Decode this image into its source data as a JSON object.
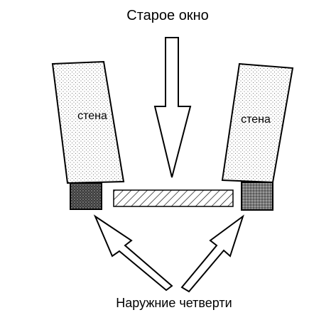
{
  "diagram": {
    "title": "Старое окно",
    "left_wall_label": "стена",
    "right_wall_label": "стена",
    "bottom_label": "Наружние четверти",
    "colors": {
      "stroke": "#000000",
      "wall_fill": "#ffffff",
      "wall_dots": "#555555",
      "quarter_fill": "#777777",
      "window_hatch": "#000000"
    }
  }
}
